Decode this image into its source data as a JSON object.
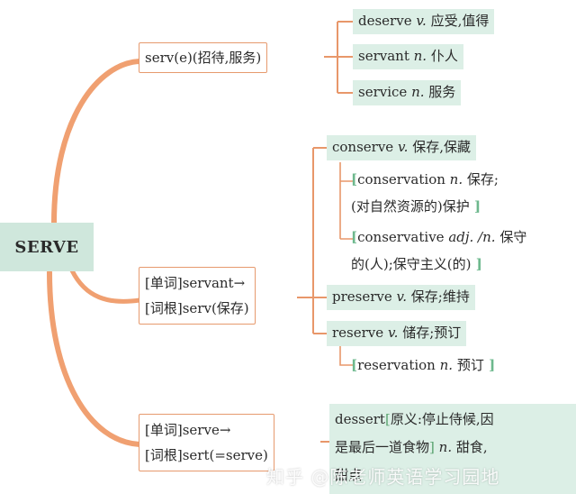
{
  "root": {
    "label": "SERVE"
  },
  "group1": {
    "box": "serv(e)(招待,服务)",
    "leaves": [
      {
        "word": "deserve",
        "pos": "v.",
        "meaning": "应受,值得"
      },
      {
        "word": "servant",
        "pos": "n.",
        "meaning": "仆人"
      },
      {
        "word": "service",
        "pos": "n.",
        "meaning": "服务"
      }
    ]
  },
  "group2": {
    "box_line1_a": "[单词]",
    "box_line1_b": "servant→",
    "box_line2_a": "[词根]",
    "box_line2_b": "serv(保存)",
    "conserve": {
      "word": "conserve",
      "pos": "v.",
      "meaning": "保存,保藏"
    },
    "conservation": {
      "word": "conservation",
      "pos": "n.",
      "meaning": "保存;",
      "line2": "(对自然资源的)保护"
    },
    "conservative": {
      "word": "conservative",
      "pos": "adj. /n.",
      "meaning": "保守",
      "line2": "的(人);保守主义(的)"
    },
    "preserve": {
      "word": "preserve",
      "pos": "v.",
      "meaning": "保存;维持"
    },
    "reserve": {
      "word": "reserve",
      "pos": "v.",
      "meaning": "储存;预订"
    },
    "reservation": {
      "word": "reservation",
      "pos": "n.",
      "meaning": "预订"
    }
  },
  "group3": {
    "box_line1_a": "[单词]",
    "box_line1_b": "serve→",
    "box_line2_a": "[词根]",
    "box_line2_b": "sert(=serve)",
    "dessert": {
      "line1_word": "dessert",
      "line1_note": "原义:停止侍候,因",
      "line2": "是最后一道食物",
      "pos": "n.",
      "meaning": "甜食,",
      "line3": "甜点"
    }
  },
  "watermark": "知乎 @陈老师英语学习园地",
  "colors": {
    "connector": "#e8976a",
    "branch": "#f0a071",
    "leaf_bg": "#dcefe6",
    "root_bg": "#cfe7dc",
    "bracket": "#6db88d"
  }
}
